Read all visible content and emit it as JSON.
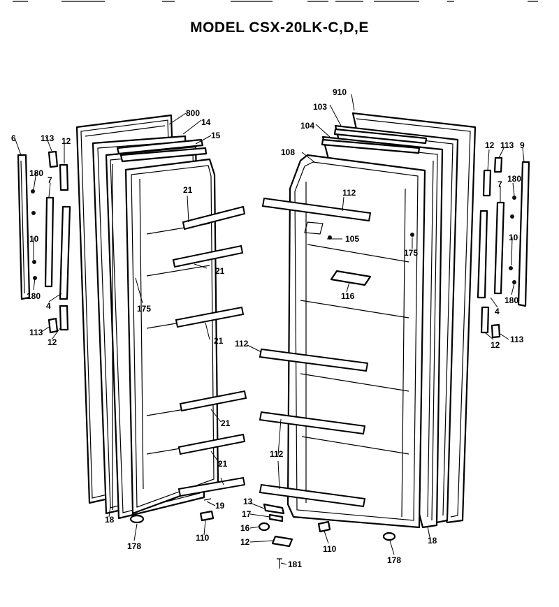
{
  "title": "MODEL CSX-20LK-C,D,E",
  "labels": {
    "l800": "800",
    "l14": "14",
    "l15": "15",
    "l910": "910",
    "l103": "103",
    "l104": "104",
    "l108": "108",
    "l6": "6",
    "l113a": "113",
    "l12a": "12",
    "l180a": "180",
    "l7a": "7",
    "l10a": "10",
    "l180b": "180",
    "l4a": "4",
    "l113b": "113",
    "l12b": "12",
    "l21a": "21",
    "l21b": "21",
    "l175a": "175",
    "l21c": "21",
    "l21d": "21",
    "l21e": "21",
    "l18a": "18",
    "l19": "19",
    "l178a": "178",
    "l110a": "110",
    "l112a": "112",
    "l105": "105",
    "l175b": "175",
    "l116": "116",
    "l112b": "112",
    "l112c": "112",
    "l13": "13",
    "l17": "17",
    "l16": "16",
    "l12c": "12",
    "l181": "181",
    "l110b": "110",
    "l178b": "178",
    "l18b": "18",
    "l12d": "12",
    "l113c": "113",
    "l9": "9",
    "l180c": "180",
    "l7b": "7",
    "l10b": "10",
    "l4b": "4",
    "l180d": "180",
    "l12e": "12",
    "l113d": "113"
  }
}
